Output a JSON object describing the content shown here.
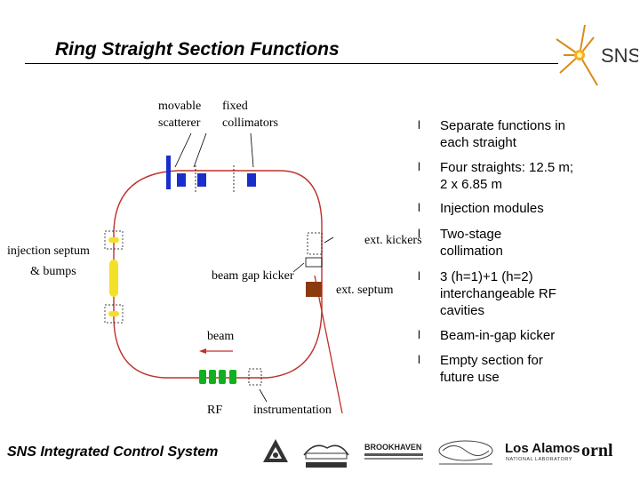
{
  "slide": {
    "title": "Ring Straight Section Functions",
    "footer": "SNS Integrated Control System"
  },
  "diagram": {
    "labels": {
      "movable_scatterer": [
        "movable",
        "scatterer"
      ],
      "fixed_collimators": [
        "fixed",
        "collimators"
      ],
      "injection_septum": "injection septum",
      "bumps": "& bumps",
      "ext_kickers": "ext. kickers",
      "beam_gap_kicker": "beam gap kicker",
      "ext_septum": "ext. septum",
      "beam": "beam",
      "rf": "RF",
      "instrumentation": "instrumentation"
    },
    "colors": {
      "ring": "#c0302a",
      "collimator": "#1a2ecc",
      "injection": "#f5e028",
      "septum": "#8b3a0e",
      "rf_cavity": "#10b020"
    }
  },
  "bullets": [
    "Separate functions in each straight",
    "Four straights: 12.5 m; 2 x 6.85 m",
    "Injection modules",
    "Two-stage collimation",
    "3 (h=1)+1 (h=2) interchangeable RF cavities",
    "Beam-in-gap kicker",
    "Empty section for future use"
  ],
  "bullet_glyph": "l",
  "logos": {
    "sns": "SNS",
    "brookhaven": "BROOKHAVEN",
    "los_alamos": "Los Alamos",
    "los_alamos_sub": "NATIONAL LABORATORY",
    "ornl": "ornl"
  }
}
